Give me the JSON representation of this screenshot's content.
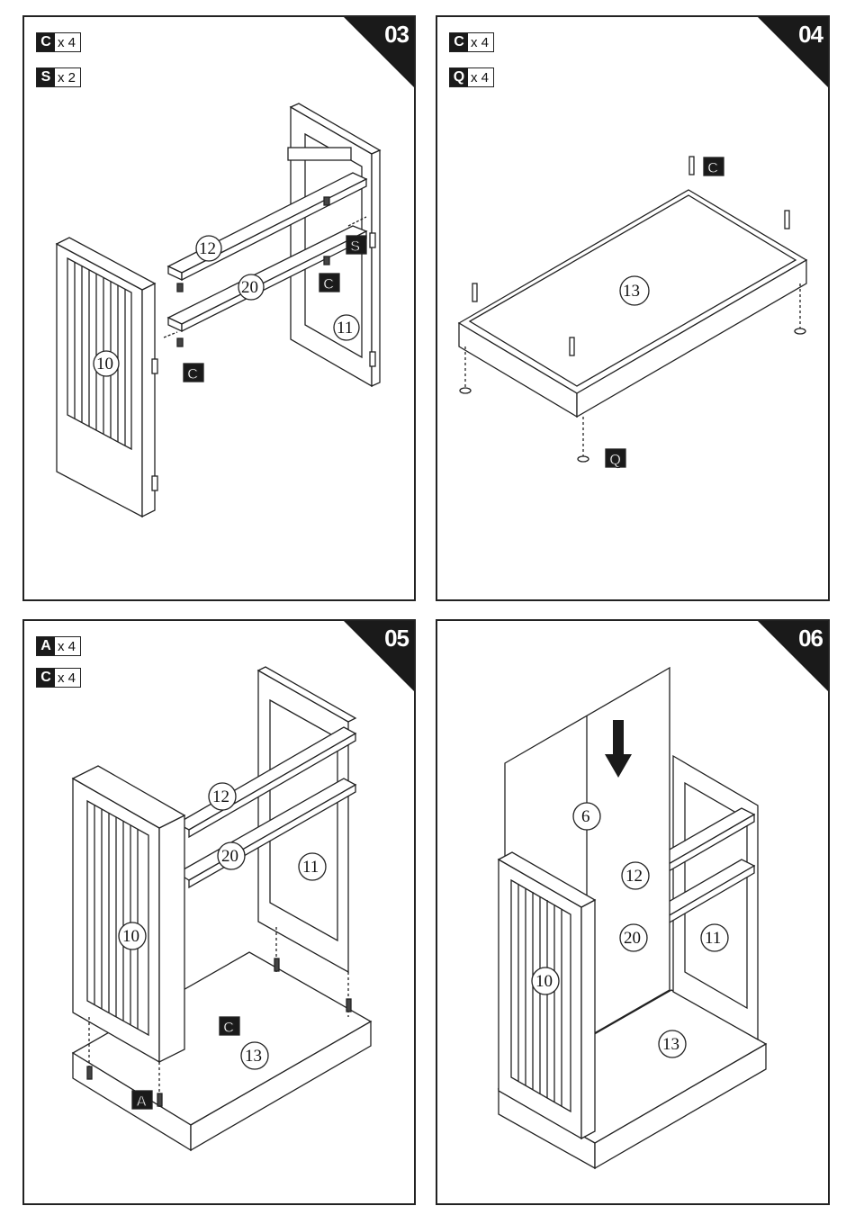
{
  "steps": [
    {
      "number": "03",
      "parts": [
        {
          "letter": "C",
          "count": "x 4"
        },
        {
          "letter": "S",
          "count": "x 2"
        }
      ],
      "part_labels": [
        "10",
        "11",
        "12",
        "20"
      ],
      "hardware_tags": [
        "S",
        "C",
        "C"
      ]
    },
    {
      "number": "04",
      "parts": [
        {
          "letter": "C",
          "count": "x 4"
        },
        {
          "letter": "Q",
          "count": "x 4"
        }
      ],
      "part_labels": [
        "13"
      ],
      "hardware_tags": [
        "C",
        "Q"
      ]
    },
    {
      "number": "05",
      "parts": [
        {
          "letter": "A",
          "count": "x 4"
        },
        {
          "letter": "C",
          "count": "x 4"
        }
      ],
      "part_labels": [
        "10",
        "11",
        "12",
        "20",
        "13"
      ],
      "hardware_tags": [
        "C",
        "A"
      ]
    },
    {
      "number": "06",
      "parts": [],
      "part_labels": [
        "6",
        "12",
        "20",
        "11",
        "10",
        "13"
      ],
      "hardware_tags": []
    }
  ]
}
